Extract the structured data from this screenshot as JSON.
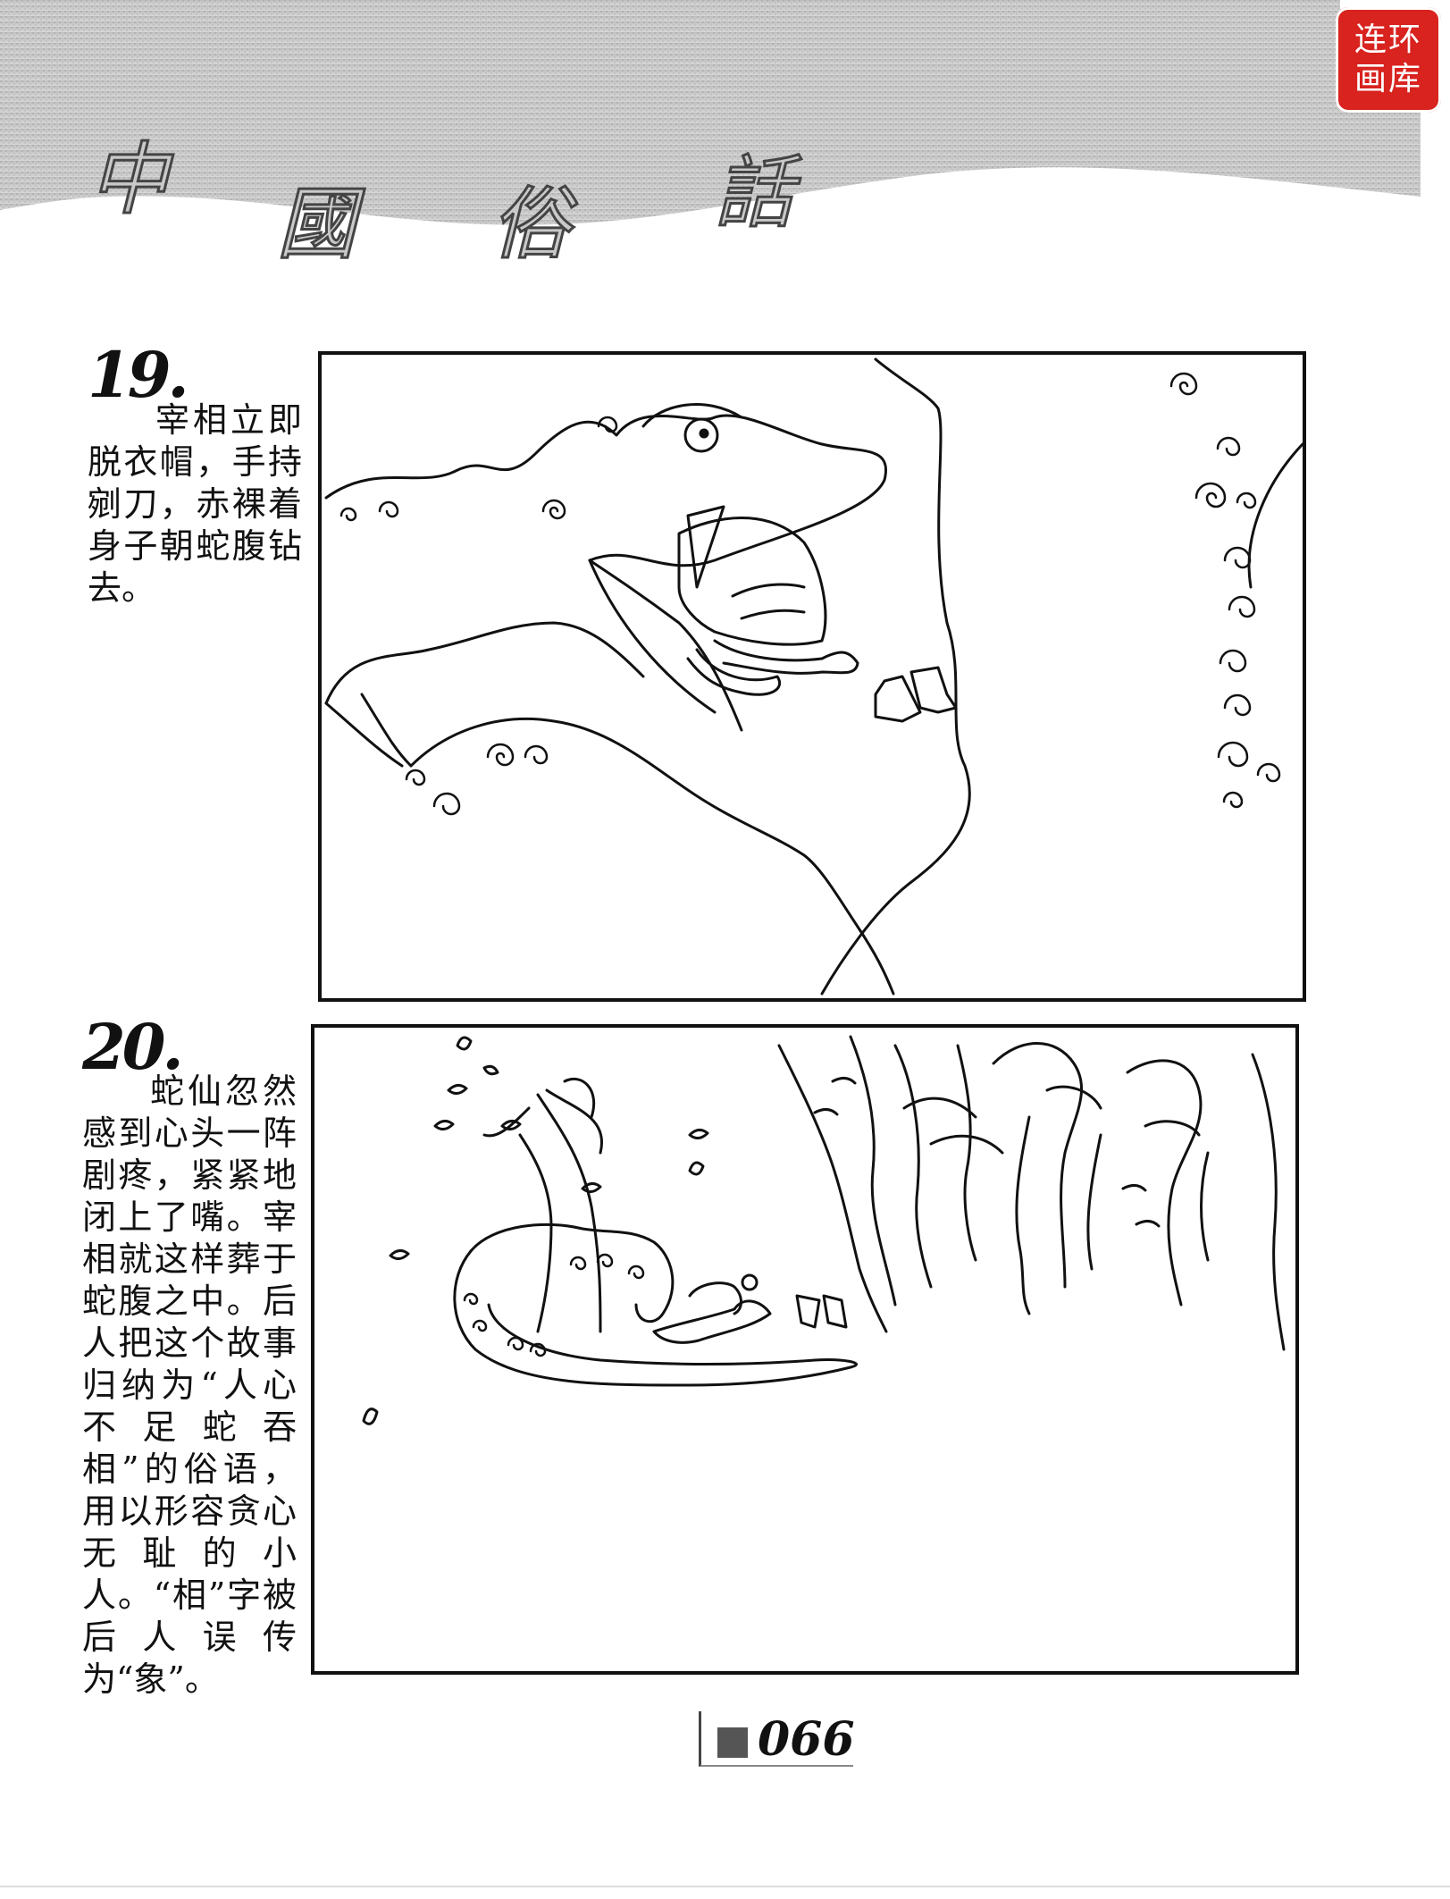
{
  "header": {
    "title_chars": [
      "中",
      "國",
      "俗",
      "話"
    ]
  },
  "seal": {
    "line1": "连环",
    "line2": "画库",
    "color": "#d8231f"
  },
  "panels": [
    {
      "number": "19.",
      "caption": "宰相立即脱衣帽，手持剜刀，赤裸着身子朝蛇腹钻去。",
      "illustration": "line-drawing-snake-swallowing-minister"
    },
    {
      "number": "20.",
      "caption": "蛇仙忽然感到心头一阵剧疼，紧紧地闭上了嘴。宰相就这样葬于蛇腹之中。后人把这个故事归纳为“人心不足蛇吞相”的俗语，用以形容贪心无耻的小人。“相”字被后人误传为“象”。",
      "illustration": "line-drawing-snake-with-trees-and-discarded-clothes"
    }
  ],
  "footer": {
    "page_number": "066"
  }
}
